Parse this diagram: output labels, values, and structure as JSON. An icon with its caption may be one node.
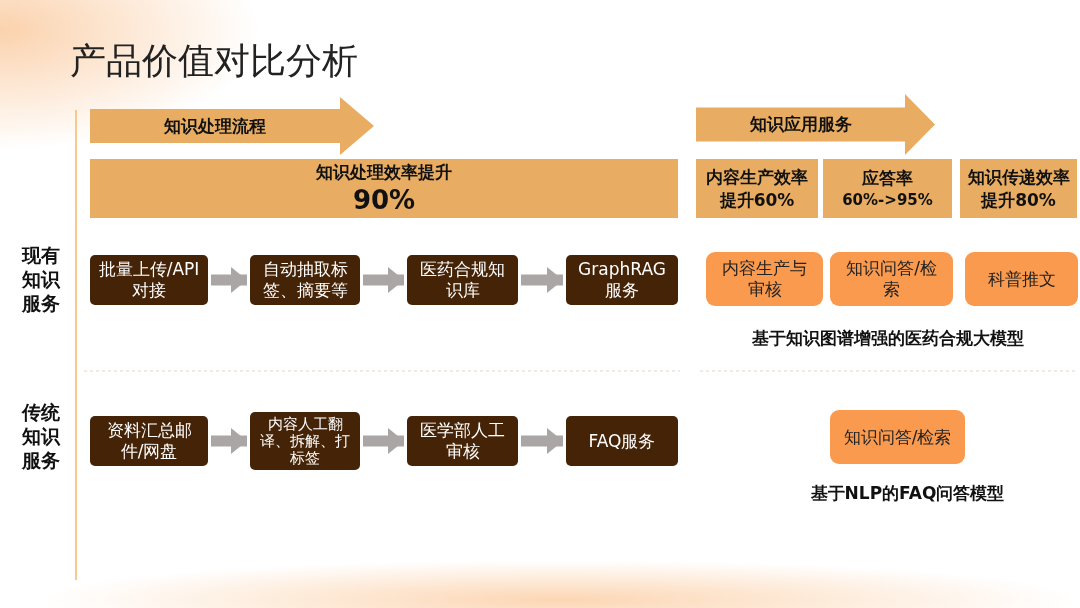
{
  "diagram": {
    "title": "产品价值对比分析",
    "nodes": [
      {
        "text": [
          "知识处理流程"
        ]
      },
      {
        "text": [
          "知识应用服务"
        ]
      },
      {
        "text": [
          "知识处理效率提升",
          "90%"
        ]
      },
      {
        "text": [
          "内容生产效率提升60%"
        ]
      },
      {
        "text": [
          "应答率",
          "60%->95%"
        ]
      },
      {
        "text": [
          "知识传递效率提升80%"
        ]
      },
      {
        "text": [
          "批量上传/API对接"
        ]
      },
      {
        "text": [
          "自动抽取标签、摘要等"
        ]
      },
      {
        "text": [
          "医药合规知识库"
        ]
      },
      {
        "text": [
          "GraphRAG服务"
        ]
      },
      {
        "text": [
          "内容生产与审核"
        ]
      },
      {
        "text": [
          "知识问答/检索"
        ]
      },
      {
        "text": [
          "科普推文"
        ]
      },
      {
        "text": [
          "资料汇总邮件/网盘"
        ]
      },
      {
        "text": [
          "内容人工翻译、拆解、打标签"
        ]
      },
      {
        "text": [
          "医学部人工审核"
        ]
      },
      {
        "text": [
          "FAQ服务"
        ]
      },
      {
        "text": [
          "知识问答/检索"
        ]
      }
    ],
    "edges": [
      {
        "from": 6,
        "to": 7,
        "arrow": "to"
      },
      {
        "from": 7,
        "to": 8,
        "arrow": "to"
      },
      {
        "from": 8,
        "to": 9,
        "arrow": "to"
      },
      {
        "from": 13,
        "to": 14,
        "arrow": "to"
      },
      {
        "from": 14,
        "to": 15,
        "arrow": "to"
      },
      {
        "from": 15,
        "to": 16,
        "arrow": "to"
      }
    ],
    "labels": [
      "现有知识服务",
      "基于知识图谱增强的医药合规大模型",
      "传统知识服务",
      "基于NLP的FAQ问答模型"
    ]
  }
}
